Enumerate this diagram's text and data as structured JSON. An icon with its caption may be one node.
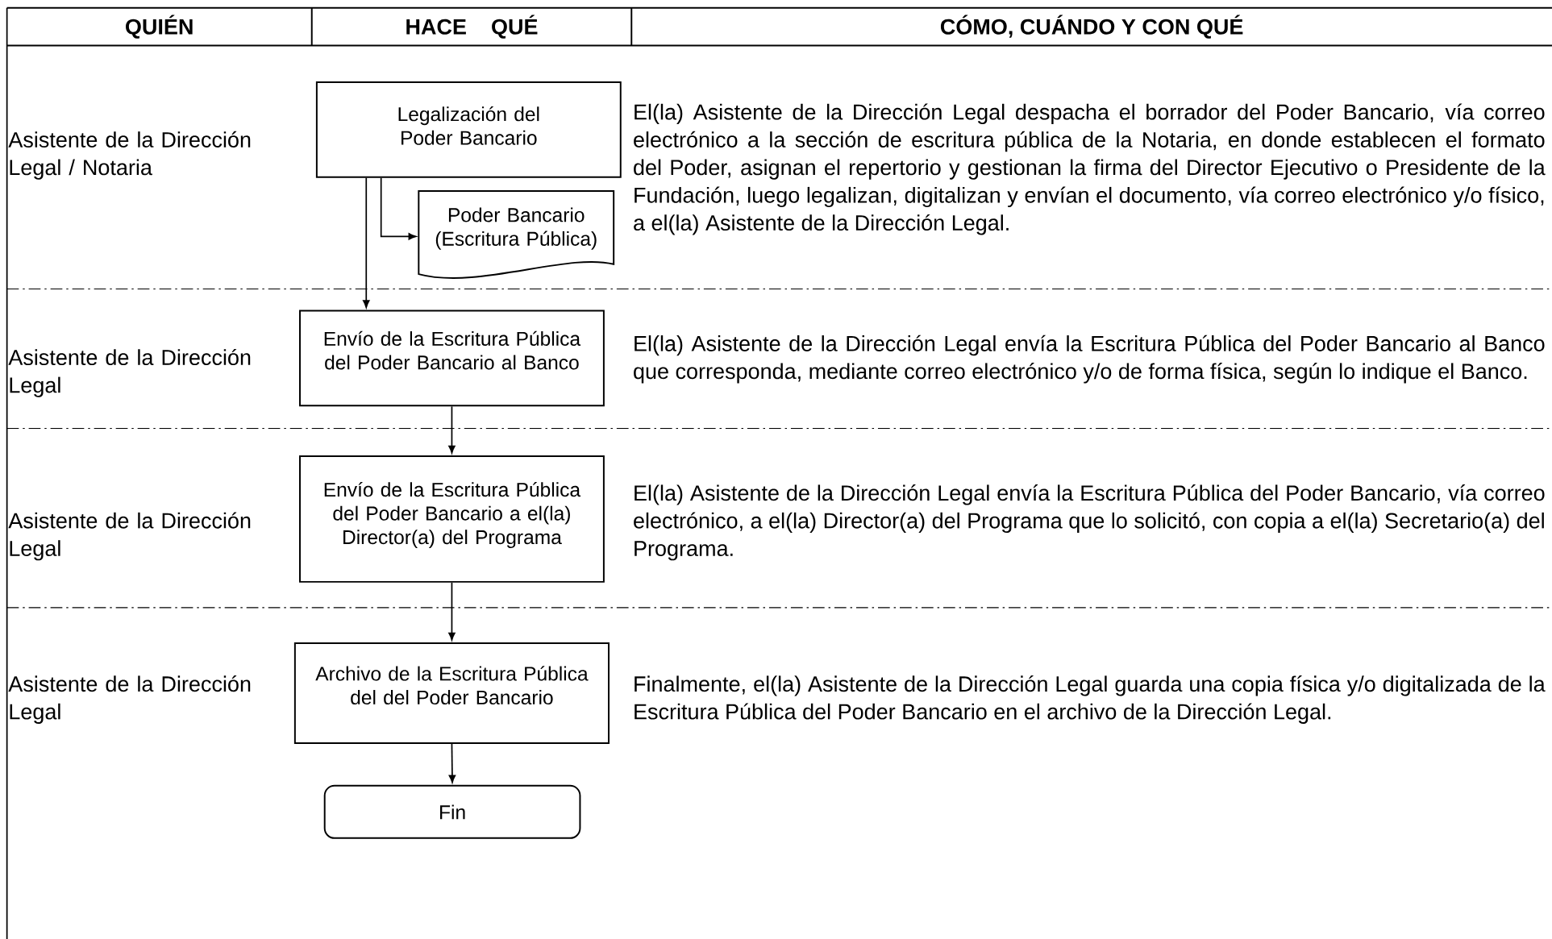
{
  "diagram": {
    "nodes": [
      {
        "text": [
          "Legalización del Poder Bancario"
        ]
      },
      {
        "text": [
          "Poder Bancario (Escritura Pública)"
        ]
      },
      {
        "text": [
          "Envío de la Escritura Pública del Poder Bancario al Banco"
        ]
      },
      {
        "text": [
          "Envío de la Escritura Pública del Poder Bancario a el(la) Director(a) del Programa"
        ]
      },
      {
        "text": [
          "Archivo de la Escritura Pública del del Poder Bancario"
        ]
      },
      {
        "text": [
          "Fin"
        ]
      }
    ],
    "edges": [
      {
        "from": 0,
        "to": 1,
        "arrow": "to"
      },
      {
        "from": 0,
        "to": 2,
        "arrow": "to"
      },
      {
        "from": 2,
        "to": 3,
        "arrow": "to"
      },
      {
        "from": 3,
        "to": 4,
        "arrow": "to"
      },
      {
        "from": 4,
        "to": 5,
        "arrow": "to"
      }
    ],
    "labels": [
      "QUIÉN",
      "HACE    QUÉ",
      "CÓMO, CUÁNDO Y CON QUÉ",
      "Asistente de la Dirección Legal / Notaria",
      "El(la) Asistente de la Dirección Legal despacha el borrador del Poder Bancario, vía correo electrónico a la sección de escritura pública de la Notaria, en donde establecen el formato del Poder, asignan el repertorio y gestionan la firma del Director Ejecutivo o Presidente de la Fundación,  luego legalizan, digitalizan y  envían el documento, vía correo electrónico y/o físico, a el(la) Asistente de la Dirección Legal.",
      "Asistente de la Dirección Legal",
      "El(la) Asistente de la Dirección Legal envía la Escritura Pública del Poder Bancario al Banco que corresponda, mediante correo electrónico y/o de forma física, según lo indique el Banco.",
      "Asistente de la Dirección Legal",
      "El(la) Asistente de la Dirección Legal envía la Escritura Pública del Poder Bancario, vía correo electrónico, a el(la) Director(a) del Programa que lo solicitó, con copia a el(la) Secretario(a) del Programa.",
      "Asistente de la Dirección Legal",
      "Finalmente, el(la) Asistente de la Dirección Legal guarda una copia física y/o digitalizada de la Escritura Pública del Poder Bancario en el archivo de la Dirección Legal."
    ]
  }
}
